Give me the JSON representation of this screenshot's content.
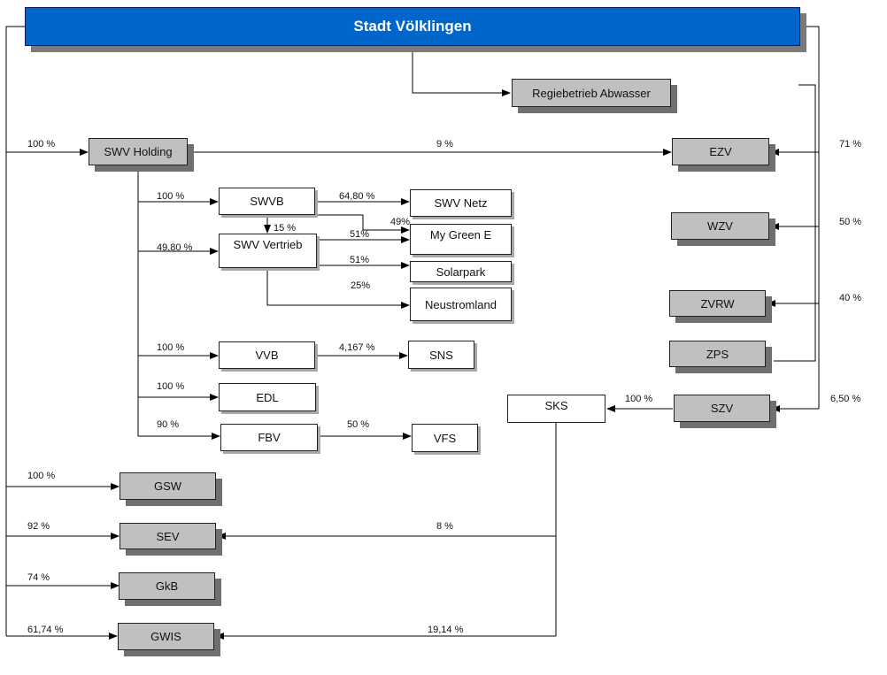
{
  "title": "Stadt Völklingen",
  "boxes": {
    "regiebetrieb": "Regiebetrieb Abwasser",
    "swv_holding": "SWV Holding",
    "swvb": "SWVB",
    "swv_vertrieb": "SWV Vertrieb",
    "swv_netz": "SWV Netz",
    "my_green_e": "My Green E",
    "solarpark": "Solarpark",
    "neustromland": "Neustromland",
    "vvb": "VVB",
    "sns": "SNS",
    "edl": "EDL",
    "fbv": "FBV",
    "vfs": "VFS",
    "ezv": "EZV",
    "wzv": "WZV",
    "zvrw": "ZVRW",
    "zps": "ZPS",
    "szv": "SZV",
    "sks": "SKS",
    "gsw": "GSW",
    "sev": "SEV",
    "gkb": "GkB",
    "gwis": "GWIS"
  },
  "labels": {
    "holding_pct": "100 %",
    "holding_ezv_pct": "9 %",
    "ezv_pct": "71 %",
    "wzv_pct": "50 %",
    "zvrw_pct": "40 %",
    "szv_pct": "6,50 %",
    "swvb_pct": "100 %",
    "swvb_netz_pct": "64,80 %",
    "swvb_vertrieb_pct": "15 %",
    "swvb_greene_pct": "49%",
    "vertrieb_pct": "49,80 %",
    "vertrieb_greene_pct": "51%",
    "vertrieb_solar_pct": "51%",
    "vertrieb_neustrom_pct": "25%",
    "vvb_pct": "100 %",
    "vvb_sns_pct": "4,167 %",
    "edl_pct": "100 %",
    "fbv_pct": "90 %",
    "fbv_vfs_pct": "50 %",
    "szv_sks_pct": "100 %",
    "gsw_pct": "100 %",
    "sev_pct": "92 %",
    "sks_sev_pct": "8 %",
    "gkb_pct": "74 %",
    "gwis_pct": "61,74 %",
    "sks_gwis_pct": "19,14 %"
  }
}
